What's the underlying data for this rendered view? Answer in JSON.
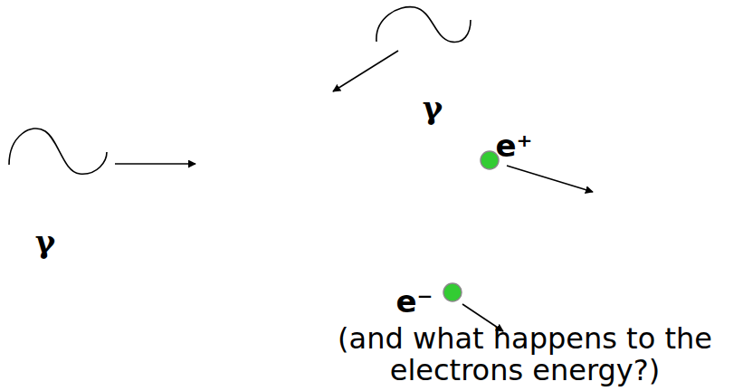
{
  "diagram": {
    "labels": [
      "γ",
      "γ",
      "e⁺",
      "e⁻",
      "(and what happens to the electrons energy?)"
    ]
  }
}
